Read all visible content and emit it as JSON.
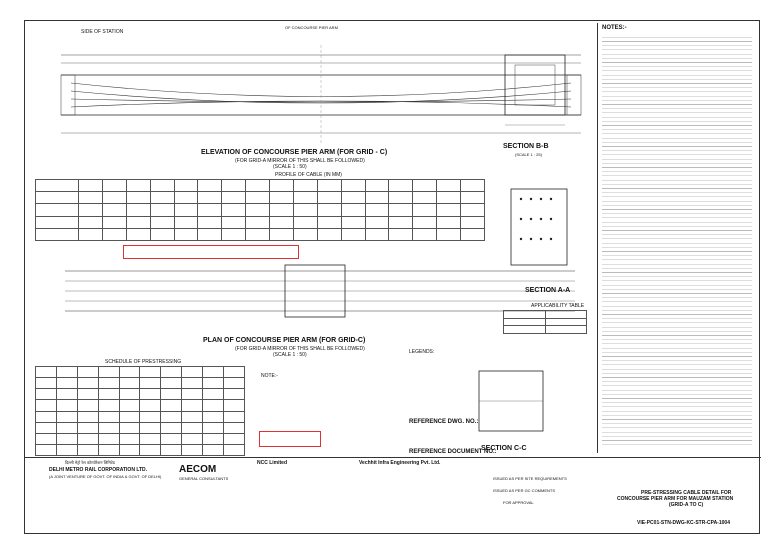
{
  "drawing": {
    "elevation_title": "ELEVATION OF CONCOURSE PIER ARM (FOR GRID - C)",
    "elevation_sub": "(FOR GRID-A MIRROR OF THIS SHALL BE FOLLOWED)",
    "elevation_scale": "(SCALE 1 : 50)",
    "plan_title": "PLAN OF CONCOURSE PIER ARM (FOR GRID-C)",
    "plan_sub": "(FOR GRID-A MIRROR OF THIS SHALL BE FOLLOWED)",
    "plan_scale": "(SCALE 1 : 50)",
    "side_station": "SIDE OF STATION",
    "top_label": "OF CONCOURSE PIER ARM",
    "section_bb": "SECTION B-B",
    "section_aa": "SECTION A-A",
    "section_cc": "SECTION C-C",
    "scale_25": "(SCALE 1 : 25)",
    "notes_title": "NOTES:-",
    "applicability_title": "APPLICABILITY TABLE",
    "legends_title": "LEGENDS:",
    "ref_dwg_title": "REFERENCE DWG. NO.:",
    "ref_doc_title": "REFERENCE DOCUMENT NO.:",
    "profile_table_title": "PROFILE OF CABLE (IN MM)",
    "schedule_title": "SCHEDULE OF PRESTRESSING",
    "note_title": "NOTE:-"
  },
  "titleblock": {
    "client_hindi": "दिल्ली मेट्रो रेल कॉरपोरेशन लिमिटेड",
    "client": "DELHI METRO RAIL CORPORATION LTD.",
    "client_sub": "(A JOINT VENTURE OF GOVT. OF INDIA & GOVT. OF DELHI)",
    "gc": "AECOM",
    "gc_sub": "GENERAL CONSULTANTS",
    "contractor": "NCC Limited",
    "designer": "Vechhit Infra Engineering Pvt. Ltd.",
    "rev_1": "ISSUED AS PER SITE REQUIREMENTS",
    "rev_2": "ISSUED AS PER GC COMMENTS",
    "rev_3": "FOR APPROVAL",
    "drawing_title_1": "PRE-STRESSING CABLE DETAIL FOR",
    "drawing_title_2": "CONCOURSE PIER ARM FOR MAUZAM STATION",
    "drawing_title_3": "(GRID-A TO C)",
    "drawing_no": "VIE-PC01-STN-DWG-KC-STR-CPA-1004"
  }
}
